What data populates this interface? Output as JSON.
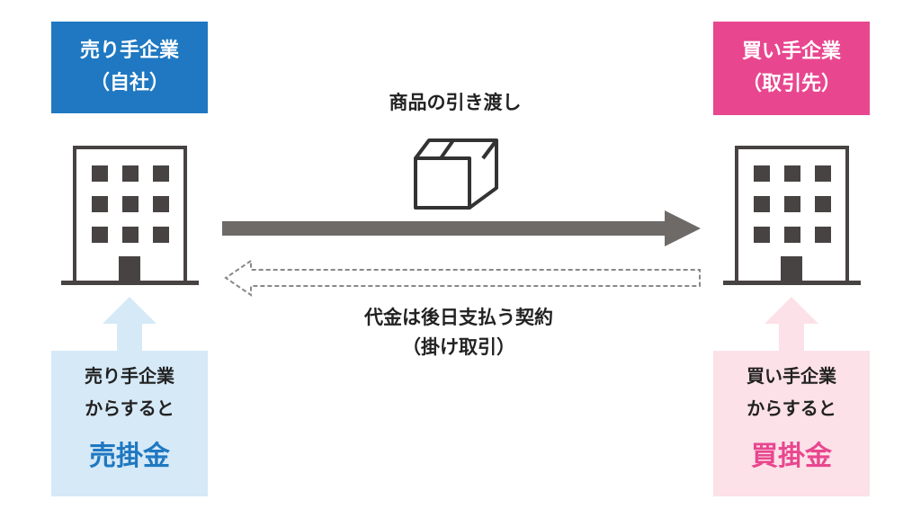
{
  "seller": {
    "title_line1": "売り手企業",
    "title_line2": "（自社）",
    "note_line1": "売り手企業",
    "note_line2": "からすると",
    "term": "売掛金",
    "color": "#1F78C1",
    "light_color": "#D6E9F7"
  },
  "buyer": {
    "title_line1": "買い手企業",
    "title_line2": "（取引先）",
    "note_line1": "買い手企業",
    "note_line2": "からすると",
    "term": "買掛金",
    "color": "#E8478F",
    "light_color": "#FCE1E8"
  },
  "flow": {
    "goods_label": "商品の引き渡し",
    "payment_line1": "代金は後日支払う契約",
    "payment_line2": "（掛け取引）"
  }
}
